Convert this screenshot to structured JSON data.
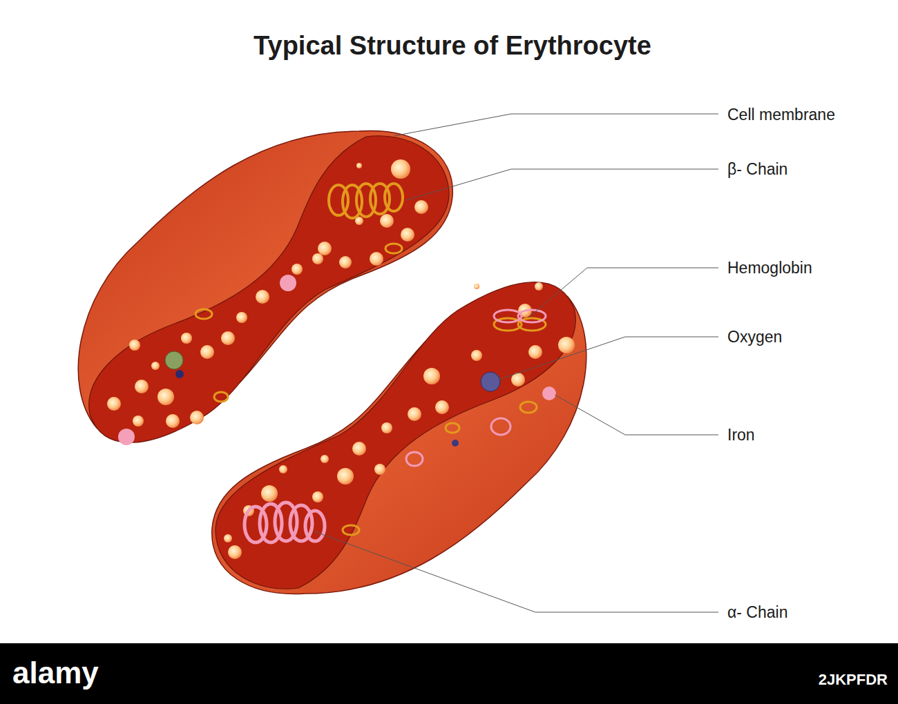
{
  "diagram": {
    "title": "Typical Structure of Erythrocyte",
    "labels": [
      "Cell membrane",
      "β- Chain",
      "Hemoglobin",
      "Oxygen",
      "Iron",
      "α- Chain",
      "alamy",
      "2JKPFDR"
    ]
  }
}
